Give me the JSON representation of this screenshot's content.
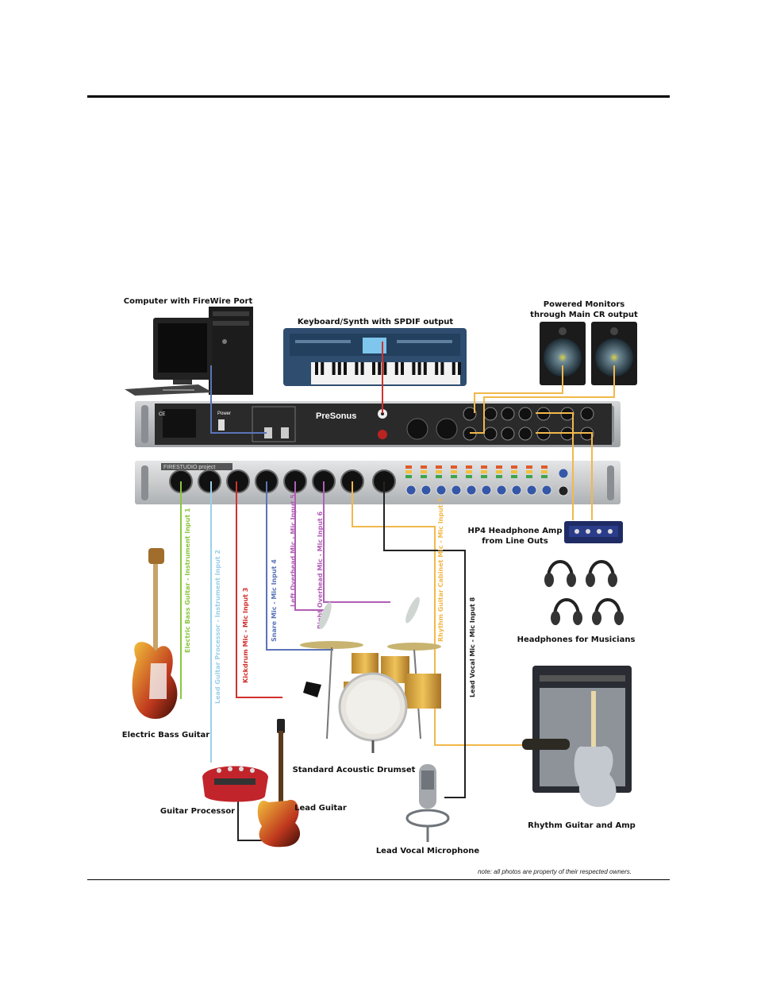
{
  "labels": {
    "computer": "Computer with FireWire Port",
    "keyboard": "Keyboard/Synth with SPDIF output",
    "monitors_line1": "Powered Monitors",
    "monitors_line2": "through Main CR output",
    "hp4_line1": "HP4 Headphone Amp",
    "hp4_line2": "from Line Outs",
    "headphones": "Headphones for Musicians",
    "bass": "Electric Bass Guitar",
    "drumset": "Standard Acoustic Drumset",
    "guitar_processor": "Guitar Processor",
    "lead_guitar": "Lead Guitar",
    "rhythm": "Rhythm Guitar and Amp",
    "vocal_mic": "Lead Vocal Microphone",
    "note": "note: all photos are property of their respected owners."
  },
  "cables": {
    "input1": "Electric Bass Guitar - Instrument Input 1",
    "input2": "Lead Guitar Processor - Instrument Input 2",
    "input3": "Kickdrum Mic - Mic Input 3",
    "input4": "Snare Mic - Mic Input 4",
    "input5": "Left Overhead Mic - Mic Input 5",
    "input6": "Right Overhead Mic - Mic Input 6",
    "input7": "Rhythm Guitar Cabinet Mic - Mic Input 7",
    "input8": "Lead Vocal Mic - Mic Input 8"
  },
  "device": {
    "brand": "PreSonus",
    "model": "FIRESTUDIO project"
  },
  "colors": {
    "green": "#8cc63f",
    "lightblue": "#9ccfe8",
    "red": "#d0312d",
    "blue": "#5b74b8",
    "purple": "#b05fb5",
    "orange": "#f2b84a",
    "black": "#222222"
  }
}
